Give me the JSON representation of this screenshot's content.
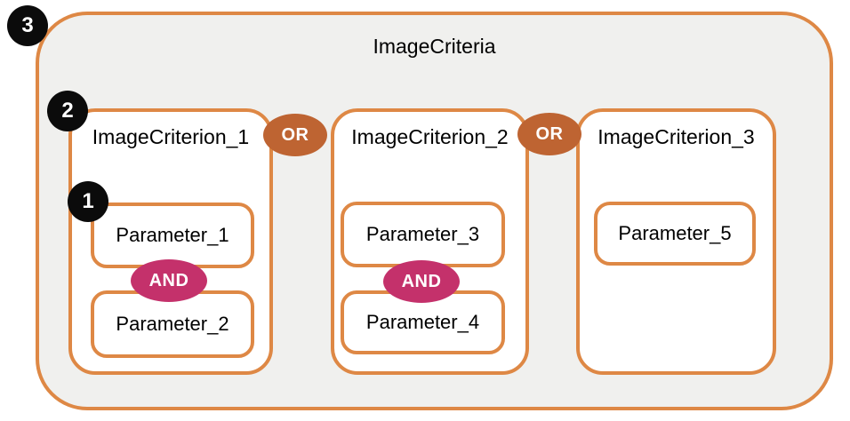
{
  "diagram": {
    "title": "ImageCriteria",
    "or_label": "OR",
    "and_label": "AND",
    "callouts": {
      "outer_level": "3",
      "criterion_level": "2",
      "parameter_level": "1"
    },
    "criteria": [
      {
        "label": "ImageCriterion_1",
        "parameters": [
          "Parameter_1",
          "Parameter_2"
        ]
      },
      {
        "label": "ImageCriterion_2",
        "parameters": [
          "Parameter_3",
          "Parameter_4"
        ]
      },
      {
        "label": "ImageCriterion_3",
        "parameters": [
          "Parameter_5"
        ]
      }
    ],
    "colors": {
      "outline": "#DE8845",
      "or_fill": "#BE6432",
      "and_fill": "#C4316B",
      "outer_bg": "#F0F0EE",
      "callout_bg": "#0B0B0B",
      "text": "#000000"
    }
  }
}
